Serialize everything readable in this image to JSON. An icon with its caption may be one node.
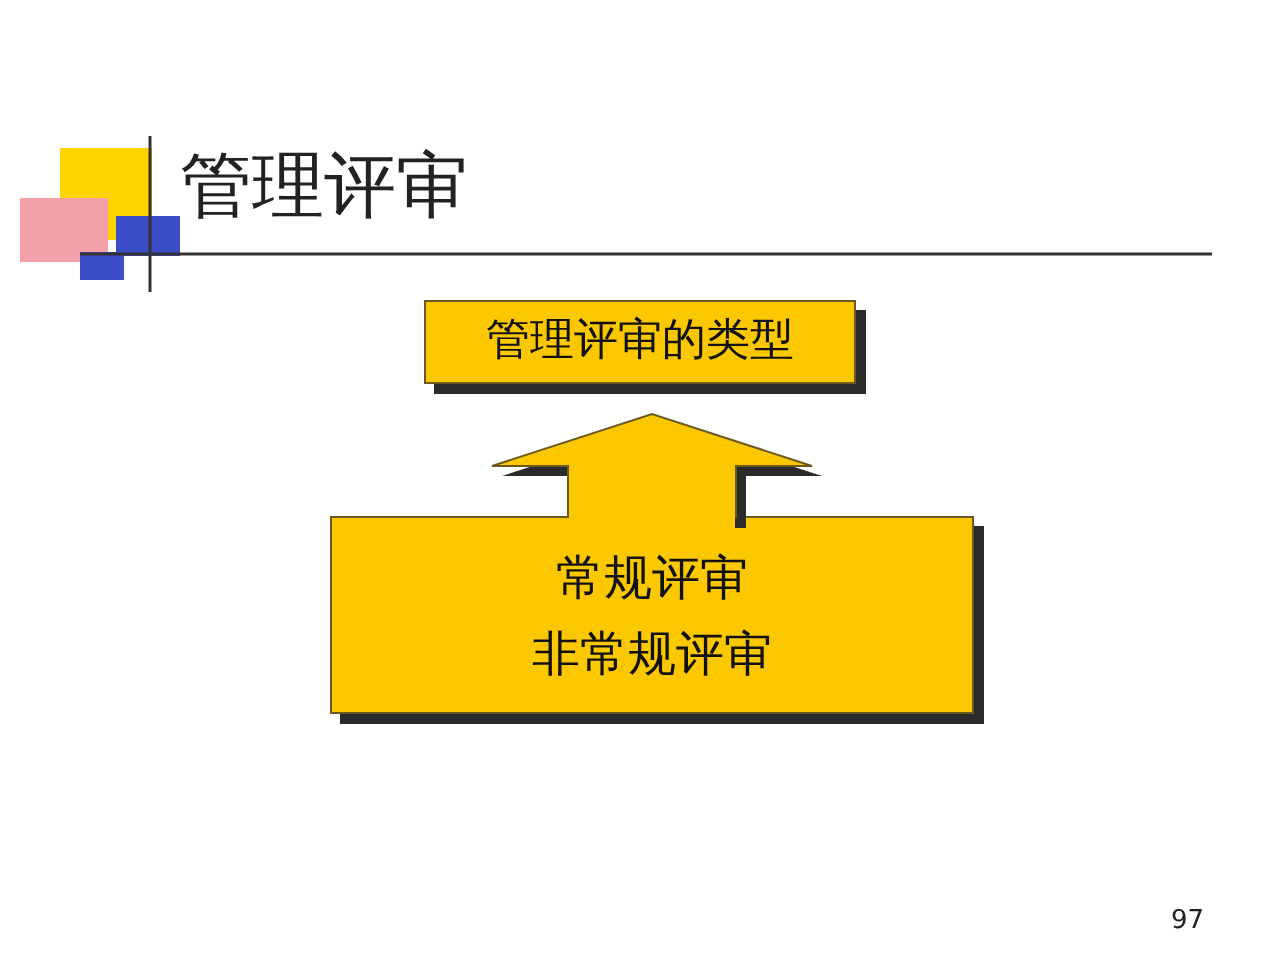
{
  "diagram": {
    "title": "管理评审",
    "nodes": [
      {
        "text": [
          "管理评审的类型"
        ]
      },
      {
        "text": [
          "常规评审",
          "非常规评审"
        ]
      }
    ],
    "edges": [
      {
        "from": 1,
        "to": 0,
        "arrow": "to",
        "style": "thick"
      }
    ],
    "labels": [
      "97"
    ]
  }
}
